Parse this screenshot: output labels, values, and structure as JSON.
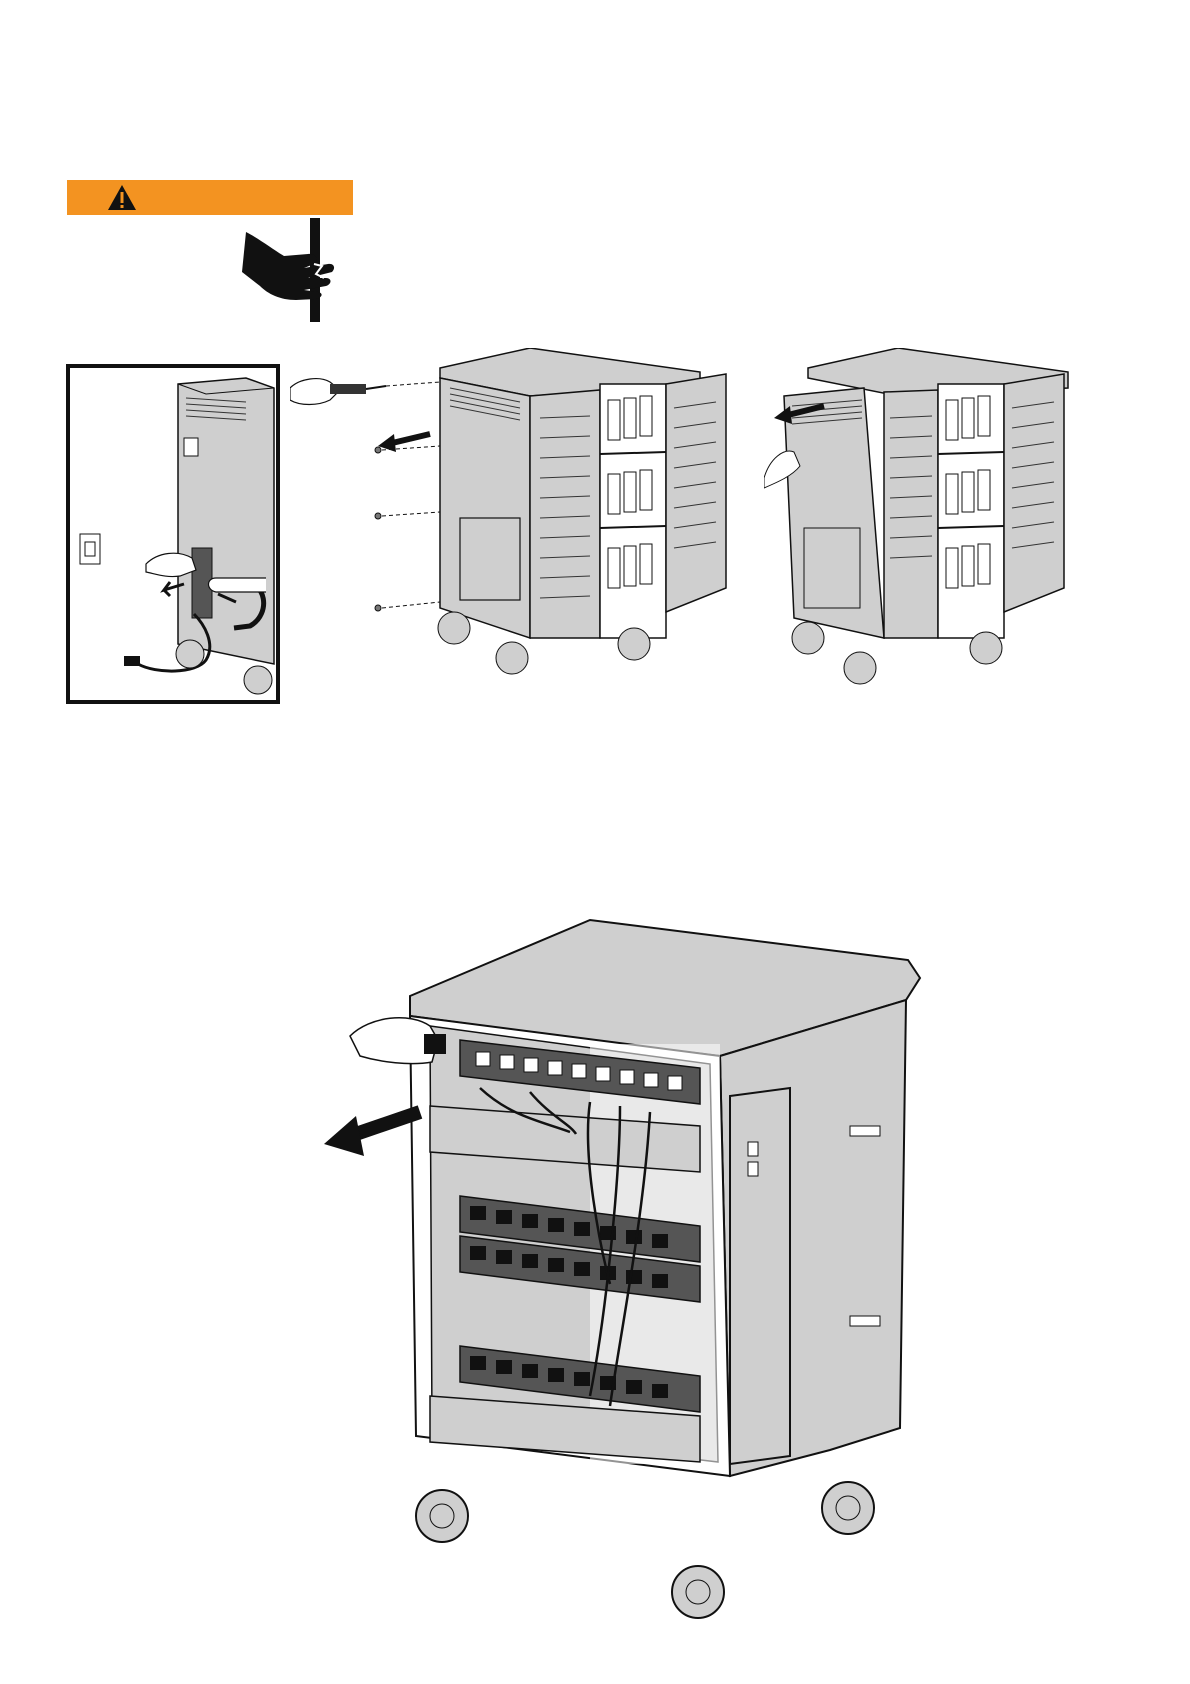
{
  "colors": {
    "warning_orange": "#F39321",
    "cart_gray": "#CFCFCF",
    "outline": "#1A1A1A",
    "dark_strip": "#555555"
  },
  "icons": {
    "warning": "warning-triangle-icon",
    "shock": "electric-shock-hand-icon"
  },
  "figures": [
    {
      "id": "inset",
      "depicts": "unplug-cord-from-wall-and-cart"
    },
    {
      "id": "cart-screws",
      "depicts": "remove-back-panel-screws"
    },
    {
      "id": "cart-removed",
      "depicts": "pull-off-back-panel"
    },
    {
      "id": "cart-back",
      "depicts": "unplug-power-strip-cord"
    }
  ]
}
